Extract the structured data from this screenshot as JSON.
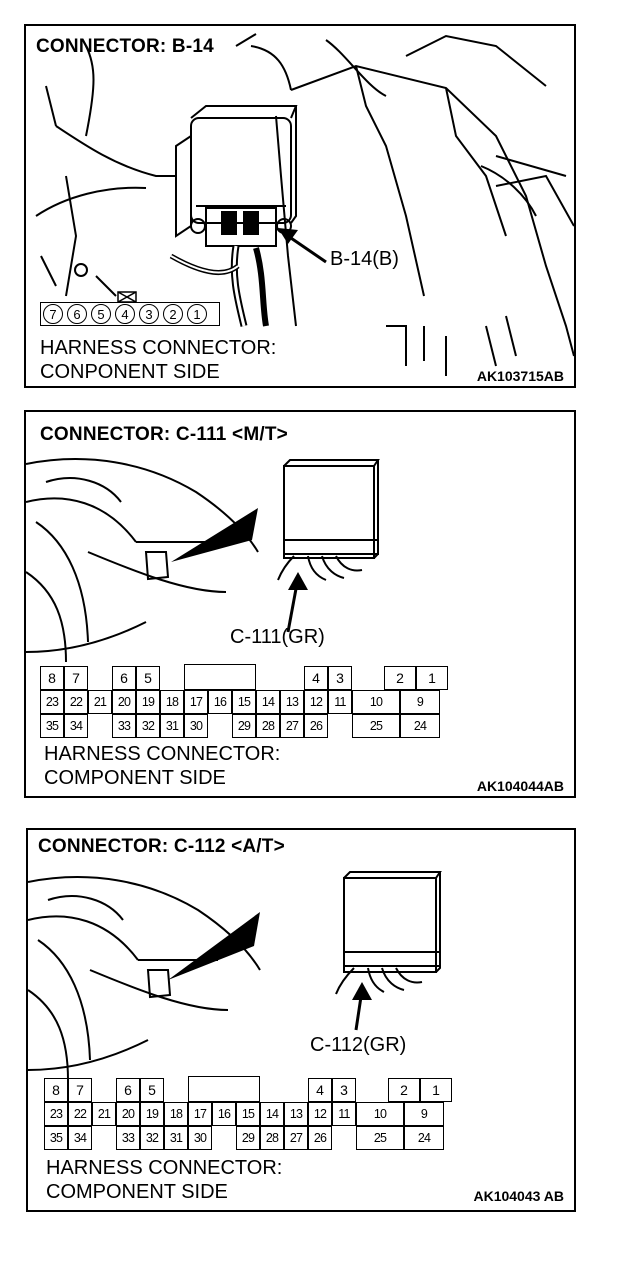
{
  "panels": [
    {
      "title": "CONNECTOR: B-14",
      "callout": "B-14(B)",
      "pins": [
        "7",
        "6",
        "5",
        "4",
        "3",
        "2",
        "1"
      ],
      "caption_line1": "HARNESS CONNECTOR:",
      "caption_line2": "CONPONENT SIDE",
      "code": "AK103715AB"
    },
    {
      "title": "CONNECTOR: C-111 <M/T>",
      "callout": "C-111(GR)",
      "caption_line1": "HARNESS CONNECTOR:",
      "caption_line2": "COMPONENT SIDE",
      "code": "AK104044AB"
    },
    {
      "title": "CONNECTOR: C-112 <A/T>",
      "callout": "C-112(GR)",
      "caption_line1": "HARNESS CONNECTOR:",
      "caption_line2": "COMPONENT SIDE",
      "code": "AK104043 AB"
    }
  ],
  "connector_grid": {
    "row1": [
      "8",
      "7",
      "",
      "6",
      "5",
      "",
      "",
      "",
      "",
      "",
      "",
      "4",
      "3",
      "",
      "2",
      "1"
    ],
    "row2": [
      "23",
      "22",
      "21",
      "20",
      "19",
      "18",
      "17",
      "16",
      "15",
      "14",
      "13",
      "12",
      "11",
      "10",
      "9"
    ],
    "row3": [
      "35",
      "34",
      "",
      "33",
      "32",
      "31",
      "30",
      "",
      "29",
      "28",
      "27",
      "26",
      "",
      "25",
      "24"
    ]
  }
}
